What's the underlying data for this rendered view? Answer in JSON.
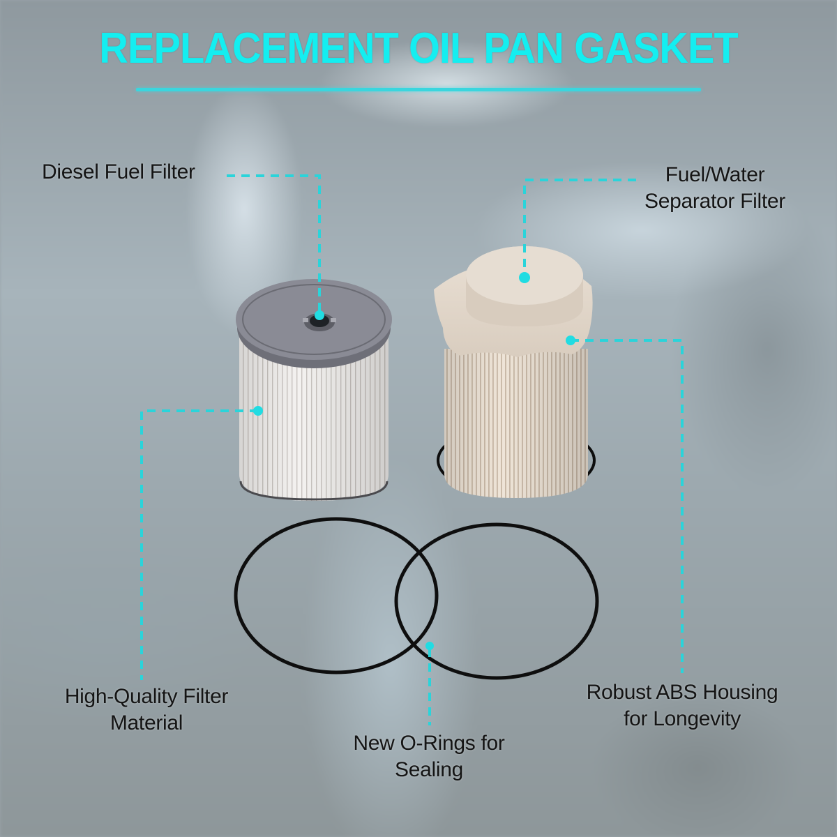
{
  "title": "REPLACEMENT OIL PAN GASKET",
  "colors": {
    "accent": "#14eef0",
    "connector": "#2ad4da",
    "label_text": "#141414",
    "filter_left_cap": "#7c7d86",
    "filter_left_body": "#f2f0ee",
    "filter_right_body": "#ece1d2",
    "o_ring": "#101010"
  },
  "callouts": {
    "diesel_fuel_filter": {
      "lines": [
        "Diesel Fuel Filter"
      ]
    },
    "fuel_water_separator": {
      "lines": [
        "Fuel/Water",
        "Separator Filter"
      ]
    },
    "filter_material": {
      "lines": [
        "High-Quality Filter",
        "Material"
      ]
    },
    "o_rings": {
      "lines": [
        "New O-Rings for",
        "Sealing"
      ]
    },
    "abs_housing": {
      "lines": [
        "Robust ABS Housing",
        "for Longevity"
      ]
    }
  },
  "products": [
    {
      "name": "diesel-fuel-filter",
      "cap": "grey"
    },
    {
      "name": "fuel-water-separator-filter",
      "cap": "beige"
    },
    {
      "name": "o-ring",
      "count": 2
    }
  ]
}
